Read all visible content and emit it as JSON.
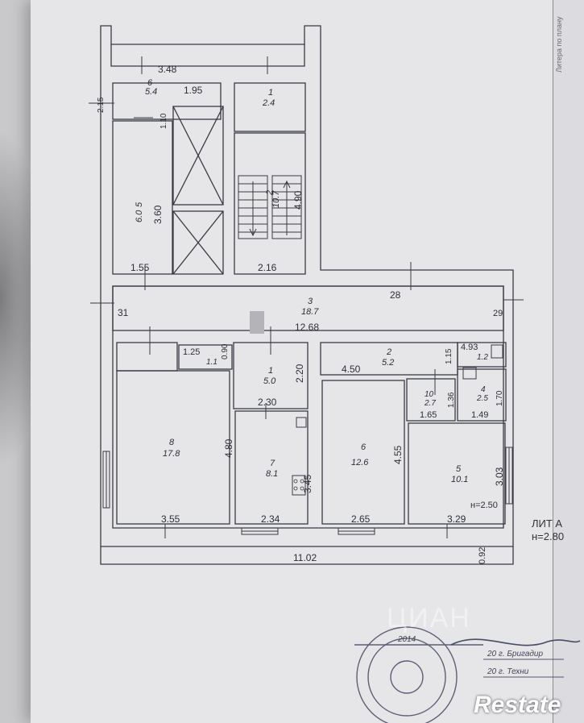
{
  "plan": {
    "lit_title": "ЛИТ А",
    "lit_height": "н=2.80",
    "local_height": "н=2.50",
    "labels": {
      "d348": "3.48",
      "d215": "2.15",
      "r6num": "6",
      "r6area": "5.4",
      "d195": "1.95",
      "d110": "1.10",
      "r5num": "5",
      "r5area": "6.0",
      "d360": "3.60",
      "d155": "1.55",
      "s1num": "1",
      "s1area": "2.4",
      "s2num": "2",
      "s2area": "10.7",
      "d490": "4.90",
      "d216": "2.16",
      "d28": "28",
      "d31": "31",
      "r3num": "3",
      "r3area": "18.7",
      "d1268": "12.68",
      "d29": "29",
      "d125": "1.25",
      "r9area": "1.1",
      "d090": "0.90",
      "r1num": "1",
      "r1area": "5.0",
      "d220": "2.20",
      "d230": "2.30",
      "r2num": "2",
      "r2area": "5.2",
      "d450": "4.50",
      "d115": "1.15",
      "d493": "4.93",
      "r11area": "1.2",
      "r10num": "10",
      "r10area": "2.7",
      "d136": "1.36",
      "r4num": "4",
      "r4area": "2.5",
      "d170": "1.70",
      "d165": "1.65",
      "d149": "1.49",
      "r8num": "8",
      "r8area": "17.8",
      "d480": "4.80",
      "r7num": "7",
      "r7area": "8.1",
      "d345": "3.45",
      "r6bnum": "6",
      "r6barea": "12.6",
      "d455": "4.55",
      "r5bnum": "5",
      "r5barea": "10.1",
      "d303": "3.03",
      "d355": "3.55",
      "d234": "2.34",
      "d265": "2.65",
      "d329": "3.29",
      "d092": "0.92",
      "d1102": "11.02"
    }
  },
  "stamp": {
    "year": "2014",
    "line1": "20   г. Бригадир",
    "line2": "20   г. Техни"
  },
  "watermark": "ЦИАН",
  "brand": "Restate",
  "side_stripe": "Литера по плану"
}
